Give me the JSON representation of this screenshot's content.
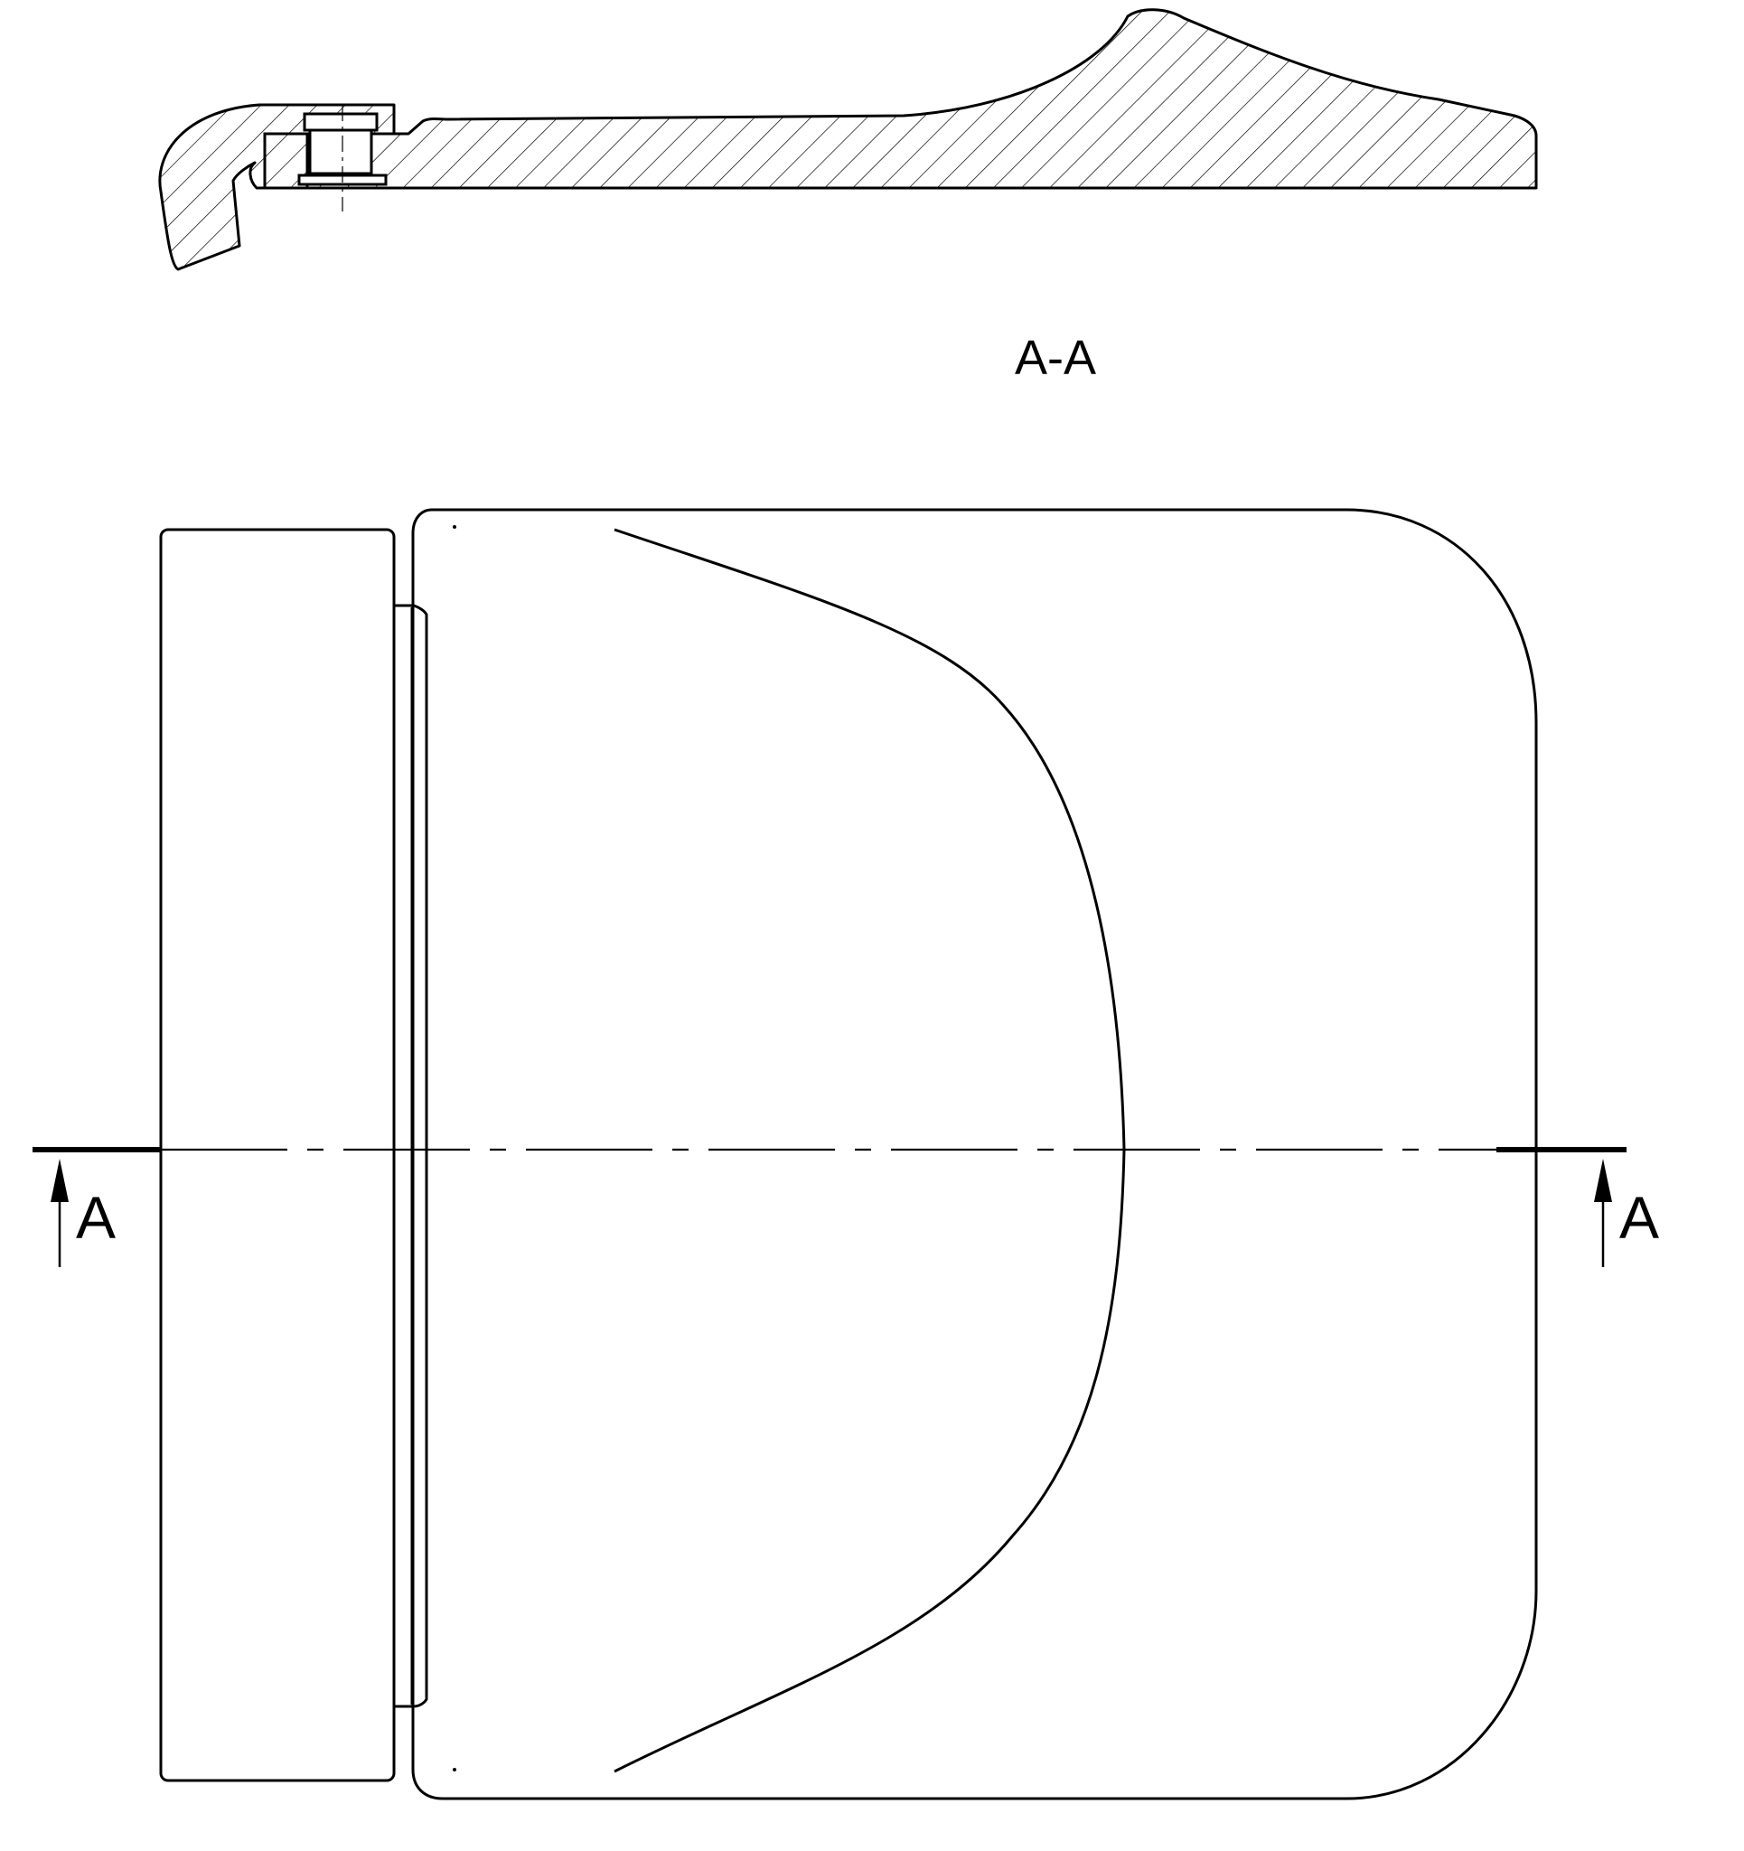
{
  "section_view": {
    "title": "A-A"
  },
  "cut_marker": {
    "left_letter": "A",
    "right_letter": "A"
  },
  "colors": {
    "line": "#000000",
    "background": "#ffffff"
  }
}
